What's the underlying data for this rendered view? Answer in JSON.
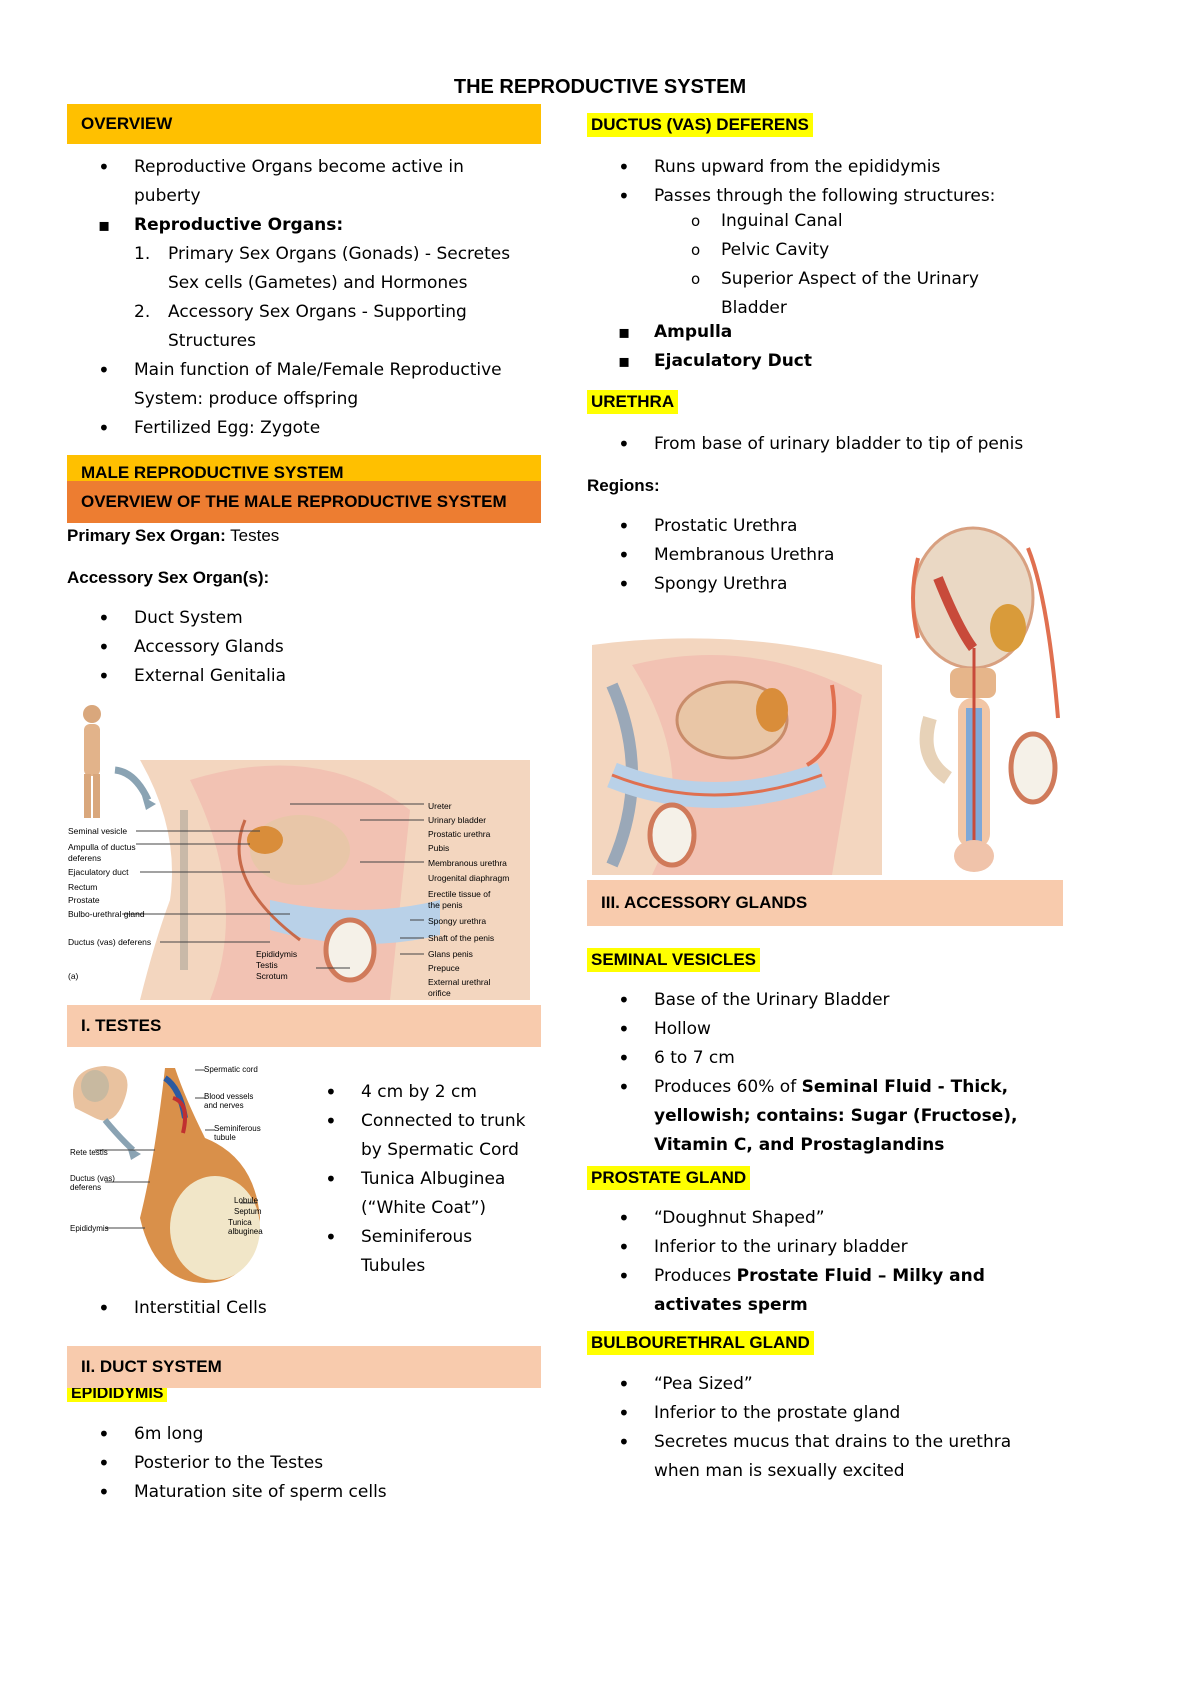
{
  "title": "THE REPRODUCTIVE SYSTEM",
  "overview": {
    "header": "OVERVIEW",
    "items": [
      "Reproductive Organs become active in puberty",
      "Reproductive Organs:",
      "Primary Sex Organs (Gonads) - Secretes Sex cells (Gametes) and Hormones",
      "Accessory Sex Organs - Supporting Structures",
      "Main function of Male/Female Reproductive System: produce offspring",
      "Fertilized Egg: Zygote"
    ],
    "num1": "1.",
    "num2": "2."
  },
  "male": {
    "header": "MALE REPRODUCTIVE SYSTEM",
    "subheader": "OVERVIEW OF THE MALE REPRODUCTIVE SYSTEM",
    "primary_label": "Primary Sex Organ:",
    "primary_value": "Testes",
    "accessory_label": "Accessory Sex Organ(s):",
    "accessory_items": [
      "Duct System",
      "Accessory Glands",
      "External Genitalia"
    ]
  },
  "figure_labels_left": [
    "Seminal vesicle",
    "Ampulla of ductus deferens",
    "Ejaculatory duct",
    "Rectum",
    "Prostate",
    "Bulbo-urethral gland",
    "Ductus (vas) deferens",
    "(a)"
  ],
  "figure_labels_right": [
    "Ureter",
    "Urinary bladder",
    "Prostatic urethra",
    "Pubis",
    "Membranous urethra",
    "Urogenital diaphragm",
    "Erectile tissue of the penis",
    "Spongy urethra",
    "Shaft of the penis",
    "Glans penis",
    "Prepuce",
    "External urethral orifice"
  ],
  "figure_labels_bottom": [
    "Epididymis",
    "Testis",
    "Scrotum"
  ],
  "testes": {
    "header": "I. TESTES",
    "fig_labels": [
      "Spermatic cord",
      "Blood vessels and nerves",
      "Seminiferous tubule",
      "Rete testis",
      "Ductus (vas) deferens",
      "Lobule",
      "Septum",
      "Tunica albuginea",
      "Epididymis"
    ],
    "items": [
      "4 cm by 2 cm",
      "Connected to trunk by Spermatic Cord",
      "Tunica Albuginea (“White Coat”)",
      "Seminiferous Tubules"
    ],
    "extra": "Interstitial Cells"
  },
  "duct": {
    "header": "II. DUCT SYSTEM",
    "epididymis": "EPIDIDYMIS",
    "items": [
      "6m long",
      "Posterior to the Testes",
      "Maturation site of sperm cells"
    ]
  },
  "ductus": {
    "header": "DUCTUS (VAS) DEFERENS",
    "items": [
      "Runs upward from the epididymis",
      "Passes through the following structures:"
    ],
    "sub": [
      "Inguinal Canal",
      "Pelvic Cavity",
      "Superior Aspect of the Urinary Bladder"
    ],
    "bold_items": [
      "Ampulla",
      "Ejaculatory Duct"
    ]
  },
  "urethra": {
    "header": "URETHRA",
    "items": [
      "From base of urinary bladder to tip of penis"
    ],
    "regions_label": "Regions:",
    "regions": [
      "Prostatic Urethra",
      "Membranous Urethra",
      "Spongy Urethra"
    ]
  },
  "accessory": {
    "header": "III. ACCESSORY GLANDS",
    "seminal": {
      "header": "SEMINAL VESICLES",
      "items": [
        "Base of the Urinary Bladder",
        "Hollow",
        "6 to 7 cm"
      ],
      "produces_prefix": "Produces 60% of ",
      "produces_bold": "Seminal Fluid - Thick, yellowish; contains: Sugar (Fructose), Vitamin C, and Prostaglandins"
    },
    "prostate": {
      "header": "PROSTATE GLAND",
      "items": [
        "“Doughnut Shaped”",
        "Inferior to the urinary bladder"
      ],
      "produces_prefix": "Produces ",
      "produces_bold": "Prostate Fluid – Milky and activates sperm"
    },
    "bulbo": {
      "header": "BULBOURETHRAL GLAND",
      "items": [
        "“Pea Sized”",
        "Inferior to the prostate gland",
        "Secretes mucus that drains to the urethra when man is sexually excited"
      ]
    }
  },
  "colors": {
    "gold": "#ffc000",
    "orange": "#ed7d31",
    "peach": "#f8cbad",
    "highlight": "#ffff00"
  }
}
